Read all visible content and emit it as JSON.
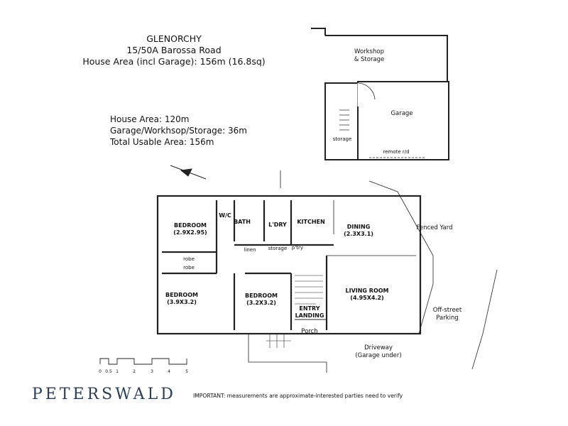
{
  "header": {
    "suburb": "GLENORCHY",
    "address": "15/50A Barossa Road",
    "total_line": "House Area (incl Garage): 156m (16.8sq)"
  },
  "areas": {
    "house": "House Area: 120m",
    "garage": "Garage/Workhsop/Storage: 36m",
    "total": "Total Usable Area: 156m"
  },
  "rooms": {
    "bedroom1": {
      "name": "BEDROOM",
      "size": "(2.9X2.95)"
    },
    "bedroom2": {
      "name": "BEDROOM",
      "size": "(3.9X3.2)"
    },
    "bedroom3": {
      "name": "BEDROOM",
      "size": "(3.2X3.2)"
    },
    "wc": "W/C",
    "bath": "BATH",
    "laundry": "L'DRY",
    "kitchen": "KITCHEN",
    "dining": {
      "name": "DINING",
      "size": "(2.3X3.1)"
    },
    "living": {
      "name": "LIVING ROOM",
      "size": "(4.95X4.2)"
    },
    "robe1": "robe",
    "robe2": "robe",
    "linen": "linen",
    "storage": "storage",
    "pantry": "p'try",
    "entry": {
      "line1": "ENTRY",
      "line2": "LANDING"
    },
    "porch": "Porch"
  },
  "garage_building": {
    "workshop": {
      "line1": "Workshop",
      "line2": "& Storage"
    },
    "garage": "Garage",
    "storage": "storage",
    "remote": "remote r/d"
  },
  "exterior": {
    "fenced_yard": "Fenced Yard",
    "parking": {
      "line1": "Off-street",
      "line2": "Parking"
    },
    "driveway": {
      "line1": "Driveway",
      "line2": "(Garage under)"
    }
  },
  "scale": {
    "ticks": [
      "0",
      "0.5",
      "1",
      "2",
      "3",
      "4",
      "5"
    ]
  },
  "footer": {
    "brand": "PETERSWALD",
    "disclaimer": "IMPORTANT: measurements are approximate-interested parties need to verify"
  }
}
